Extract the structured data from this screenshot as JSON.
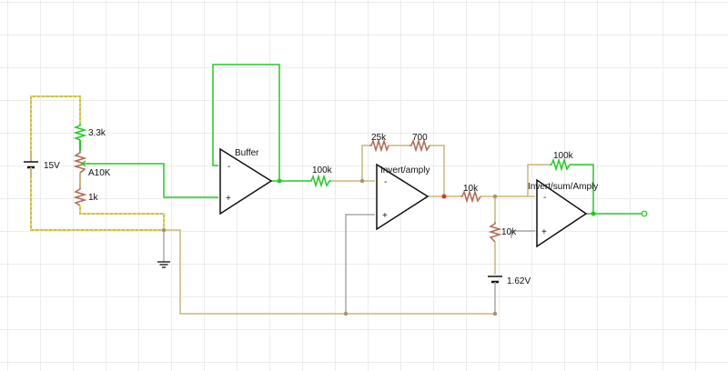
{
  "colors": {
    "live_wire": "#22cc22",
    "idle_wire": "#a8a8a8",
    "rail_wire": "#c8b878",
    "current_dot": "#f0e020",
    "resistor": "#b06a50",
    "resistor_live": "#22cc22",
    "component": "#111111",
    "node": "#22cc22",
    "node_idle": "#a89070",
    "node_red": "#dd3333"
  },
  "labels": {
    "battery_main": "15V",
    "r_top": "3.3k",
    "potentiometer": "A10K",
    "r_bottom": "1k",
    "opamp_buffer": "Buffer",
    "r_input_1": "100k",
    "r_feedback_1": "25k",
    "r_feedback_2": "700",
    "opamp_invert": "Invert/amply",
    "r_input_2": "10k",
    "r_divider": "10k",
    "battery_offset": "1.62V",
    "r_feedback_3": "100k",
    "opamp_sum": "Invert/sum/Amply",
    "minus_sign": "-",
    "plus_sign": "+"
  }
}
